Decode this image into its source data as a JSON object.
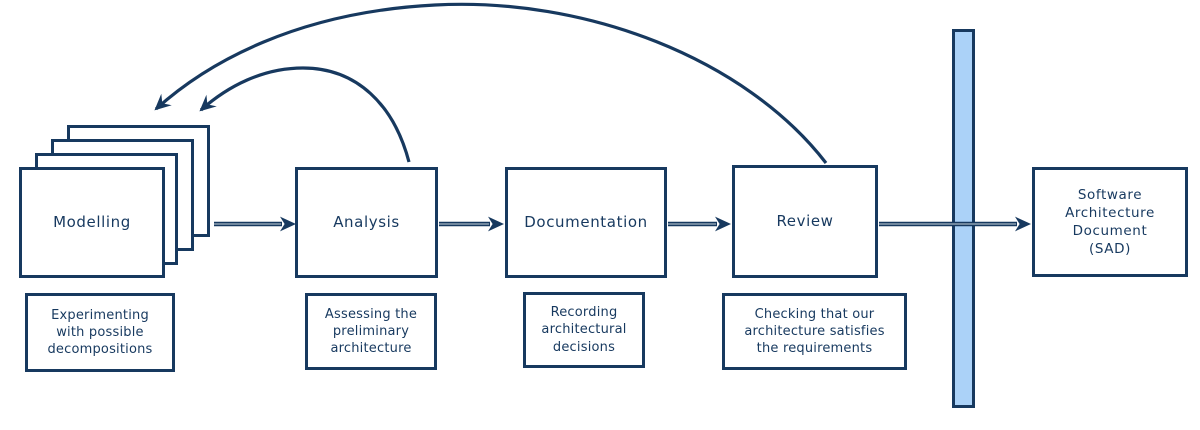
{
  "colors": {
    "ink": "#17395F",
    "arrow_core": "#8FA3B3",
    "gate_fill": "#ABD2F8",
    "background": "#FFFFFF"
  },
  "stages": [
    {
      "label": "Modelling",
      "caption": "Experimenting\nwith possible\ndecompositions"
    },
    {
      "label": "Analysis",
      "caption": "Assessing the\npreliminary\narchitecture"
    },
    {
      "label": "Documentation",
      "caption": "Recording\narchitectural\ndecisions"
    },
    {
      "label": "Review",
      "caption": "Checking that our\narchitecture satisfies\nthe requirements"
    }
  ],
  "output_box": {
    "label": "Software\nArchitecture\nDocument\n(SAD)"
  }
}
